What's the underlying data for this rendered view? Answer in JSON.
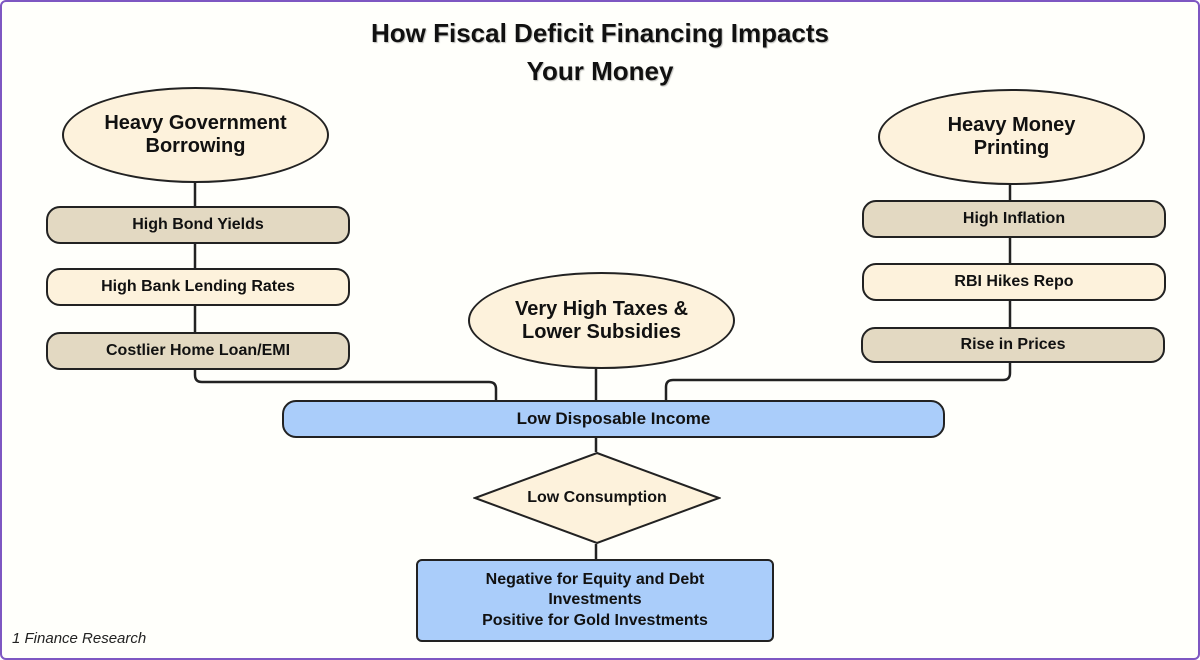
{
  "title": {
    "line1": "How Fiscal Deficit Financing Impacts",
    "line2": "Your Money"
  },
  "left_branch": {
    "head": {
      "line1": "Heavy Government",
      "line2": "Borrowing"
    },
    "steps": [
      "High Bond Yields",
      "High Bank Lending Rates",
      "Costlier Home Loan/EMI"
    ]
  },
  "center_branch": {
    "head": {
      "line1": "Very High Taxes &",
      "line2": "Lower Subsidies"
    }
  },
  "right_branch": {
    "head": {
      "line1": "Heavy Money",
      "line2": "Printing"
    },
    "steps": [
      "High Inflation",
      "RBI Hikes Repo",
      "Rise in Prices"
    ]
  },
  "merge_node": "Low Disposable Income",
  "decision_node": "Low Consumption",
  "outcome": {
    "line1": "Negative for Equity and Debt",
    "line2": "Investments",
    "line3": "Positive for Gold Investments"
  },
  "footer": "1 Finance Research",
  "colors": {
    "border": "#7e57c2",
    "cream": "#fdf2dc",
    "tan": "#e3d9c2",
    "blue": "#aacdfa",
    "line": "#222222"
  }
}
